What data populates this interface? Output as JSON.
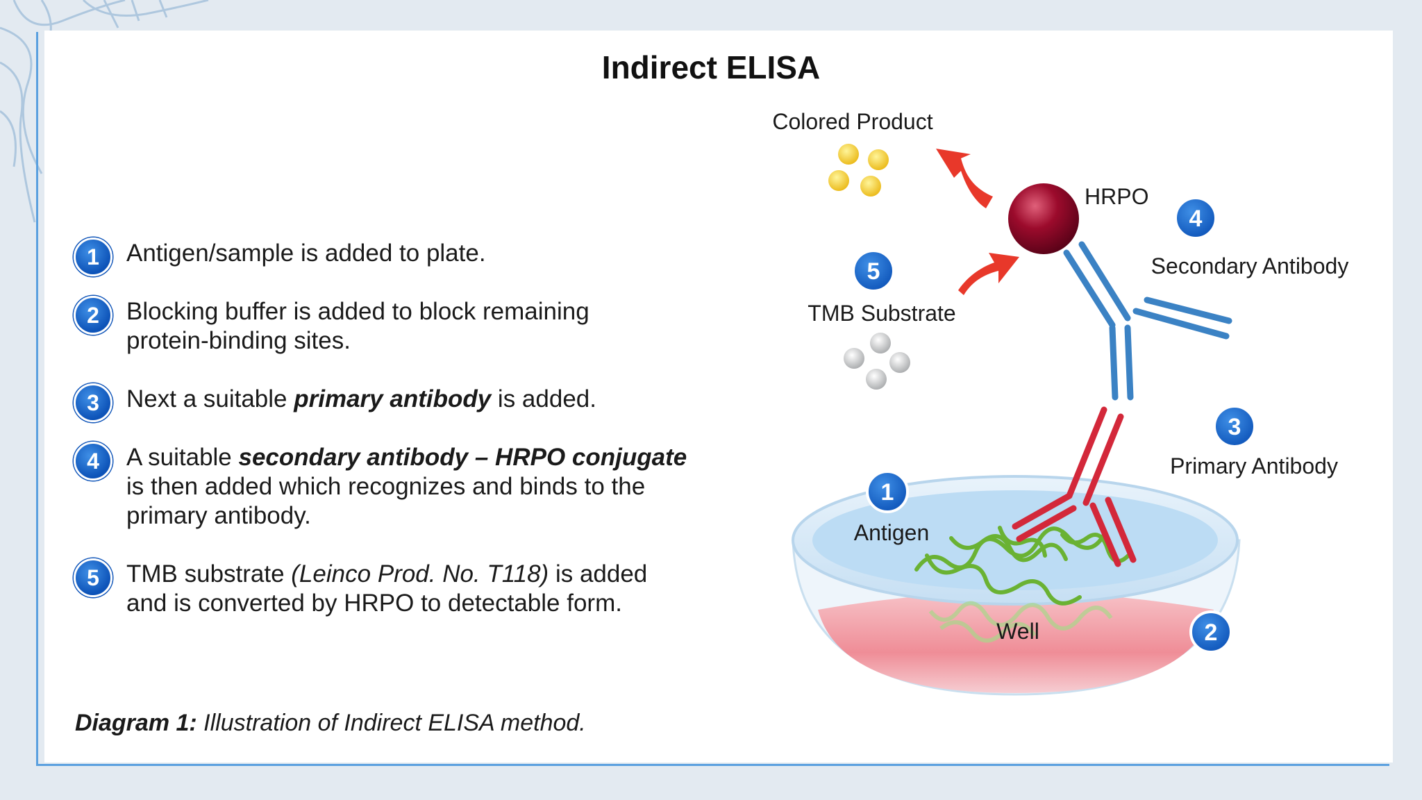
{
  "title": "Indirect ELISA",
  "steps": [
    {
      "num": "1",
      "text_a": "Antigen/sample is added to plate."
    },
    {
      "num": "2",
      "text_a": "Blocking buffer is added to block remaining",
      "text_b": "protein-binding sites."
    },
    {
      "num": "3",
      "pre": "Next a suitable ",
      "bold": "primary antibody",
      "post": " is added."
    },
    {
      "num": "4",
      "pre": "A suitable ",
      "bold": "secondary antibody – HRPO conjugate",
      "line2": "is then added which recognizes and binds to the",
      "line3": "primary antibody."
    },
    {
      "num": "5",
      "pre": "TMB substrate ",
      "italic": "(Leinco Prod. No. T118)",
      "post": " is added",
      "line2": "and is converted by HRPO to detectable form."
    }
  ],
  "caption": {
    "bold": "Diagram 1:",
    "text": " Illustration of Indirect ELISA method."
  },
  "diagram": {
    "colored_product": "Colored Product",
    "hrpo": "HRPO",
    "secondary_antibody": "Secondary Antibody",
    "tmb_substrate": "TMB Substrate",
    "primary_antibody": "Primary Antibody",
    "antigen": "Antigen",
    "well": "Well",
    "badges": [
      "1",
      "2",
      "3",
      "4",
      "5"
    ]
  },
  "colors": {
    "badge": "#1565c8",
    "arrow": "#e8382a",
    "hrpo": "#9c0b2c",
    "secondary": "#3b82c4",
    "primary": "#d3283a",
    "antigen": "#6ab233",
    "product": "#f2c21b"
  }
}
